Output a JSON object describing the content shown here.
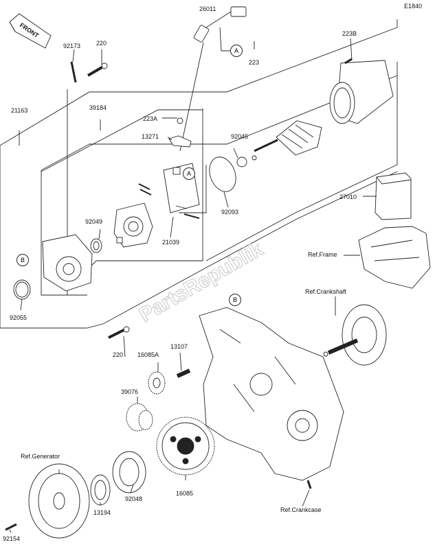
{
  "diagram_code": "E1840",
  "front_label": "FRONT",
  "watermark": "PartsRepublik",
  "callouts": {
    "a1": "A",
    "a2": "A",
    "b1": "B",
    "b2": "B"
  },
  "parts": [
    {
      "id": "p26011",
      "number": "26011"
    },
    {
      "id": "p92173",
      "number": "92173"
    },
    {
      "id": "p220a",
      "number": "220"
    },
    {
      "id": "p223",
      "number": "223"
    },
    {
      "id": "p223b",
      "number": "223B"
    },
    {
      "id": "p21163",
      "number": "21163"
    },
    {
      "id": "p39184",
      "number": "39184"
    },
    {
      "id": "p223a",
      "number": "223A"
    },
    {
      "id": "p13271",
      "number": "13271"
    },
    {
      "id": "p92045",
      "number": "92045"
    },
    {
      "id": "p27010",
      "number": "27010"
    },
    {
      "id": "p92049",
      "number": "92049"
    },
    {
      "id": "p92093",
      "number": "92093"
    },
    {
      "id": "p21039",
      "number": "21039"
    },
    {
      "id": "p92055",
      "number": "92055"
    },
    {
      "id": "p220b",
      "number": "220"
    },
    {
      "id": "p16085a",
      "number": "16085A"
    },
    {
      "id": "p13107",
      "number": "13107"
    },
    {
      "id": "p39076",
      "number": "39076"
    },
    {
      "id": "p16085",
      "number": "16085"
    },
    {
      "id": "p92048",
      "number": "92048"
    },
    {
      "id": "p13194",
      "number": "13194"
    },
    {
      "id": "p92154",
      "number": "92154"
    }
  ],
  "references": {
    "frame": "Ref.Frame",
    "crankshaft": "Ref.Crankshaft",
    "generator": "Ref.Generator",
    "crankcase": "Ref.Crankcase"
  }
}
